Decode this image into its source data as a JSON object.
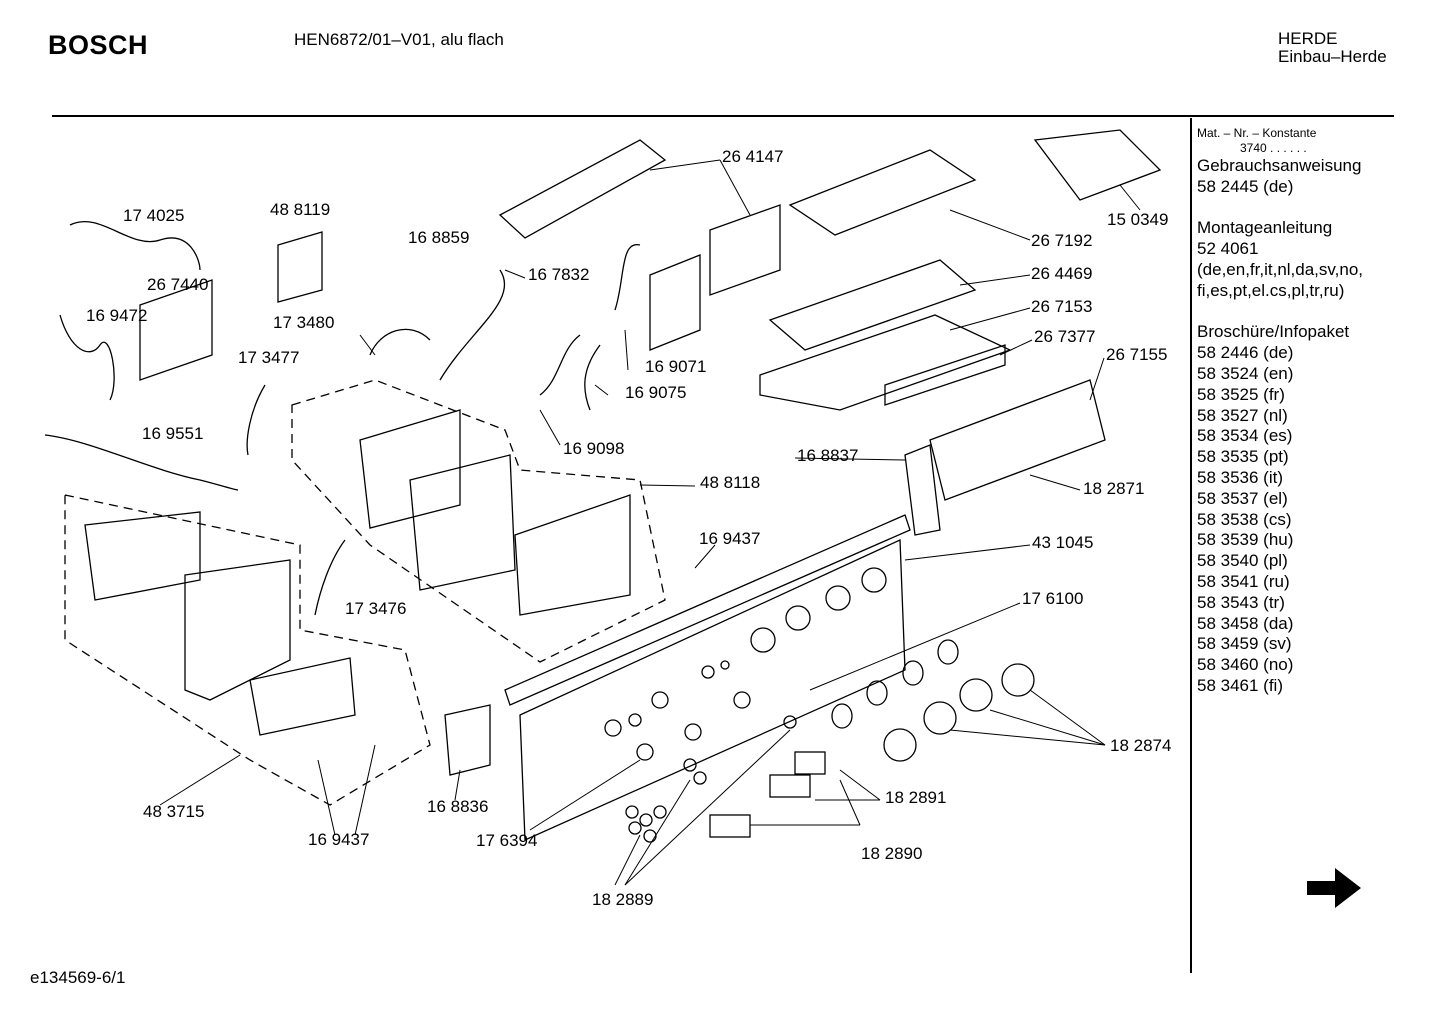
{
  "header": {
    "brand": "BOSCH",
    "model": "HEN6872/01–V01, alu flach",
    "category": "HERDE",
    "subcategory": "Einbau–Herde"
  },
  "sidebar": {
    "mat_header": "Mat. – Nr. – Konstante",
    "mat_value": "3740 .  .    .  .  .  .",
    "manual_title": "Gebrauchsanweisung",
    "manual_number": "58 2445 (de)",
    "install_title": "Montageanleitung",
    "install_number": "52 4061",
    "install_langs_1": "(de,en,fr,it,nl,da,sv,no,",
    "install_langs_2": "fi,es,pt,el.cs,pl,tr,ru)",
    "brochure_title": "Broschüre/Infopaket",
    "brochures": [
      "58 2446 (de)",
      "58 3524 (en)",
      "58 3525 (fr)",
      "58 3527 (nl)",
      "58 3534 (es)",
      "58 3535 (pt)",
      "58 3536 (it)",
      "58 3537 (el)",
      "58 3538 (cs)",
      "58 3539 (hu)",
      "58 3540 (pl)",
      "58 3541 (ru)",
      "58 3543 (tr)",
      "58 3458 (da)",
      "58 3459 (sv)",
      "58 3460 (no)",
      "58 3461 (fi)"
    ]
  },
  "parts": [
    "17 4025",
    "48 8119",
    "16 8859",
    "26 4147",
    "15 0349",
    "26 7192",
    "16 7832",
    "26 4469",
    "26 7440",
    "16 9472",
    "17 3480",
    "26 7153",
    "26 7377",
    "17 3477",
    "26 7155",
    "16 9071",
    "16 9075",
    "16 9551",
    "16 9098",
    "16 8837",
    "48 8118",
    "18 2871",
    "16 9437",
    "43 1045",
    "17 6100",
    "17 3476",
    "18 2874",
    "18 2891",
    "48 3715",
    "16 8836",
    "16 9437",
    "17 6394",
    "18 2890",
    "18 2889"
  ],
  "footer": {
    "doc_id": "e134569-6/1"
  },
  "icons": {
    "next_page": "arrow-right-icon"
  }
}
